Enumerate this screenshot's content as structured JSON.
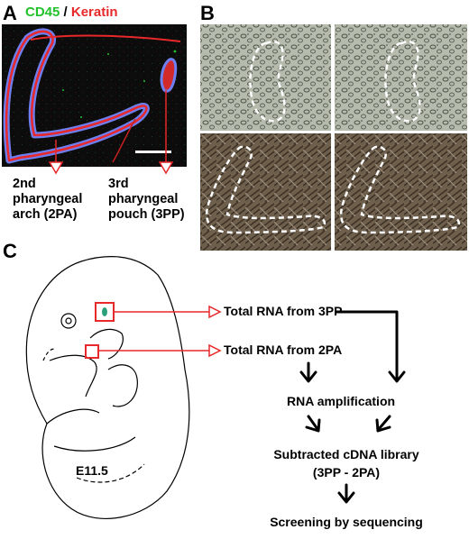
{
  "panel_a": {
    "letter": "A",
    "stain_green": "CD45",
    "stain_sep": " / ",
    "stain_red": "Keratin",
    "label_2pa": [
      "2nd",
      "pharyngeal",
      "arch (2PA)"
    ],
    "label_3pp": [
      "3rd",
      "pharyngeal",
      "pouch (3PP)"
    ],
    "colors": {
      "green": "#22c22a",
      "red": "#e8282a",
      "blue": "#6f7ff0"
    }
  },
  "panel_b": {
    "letter": "B"
  },
  "panel_c": {
    "letter": "C",
    "stage": "E11.5",
    "total_rna_3pp": "Total RNA from 3PP",
    "total_rna_2pa": "Total RNA from 2PA",
    "rna_amplification": "RNA amplification",
    "library_line1": "Subtracted cDNA library",
    "library_line2": "(3PP - 2PA)",
    "screening": "Screening by sequencing",
    "colors": {
      "box": "#e8282a",
      "dot": "#2aa07a"
    }
  }
}
